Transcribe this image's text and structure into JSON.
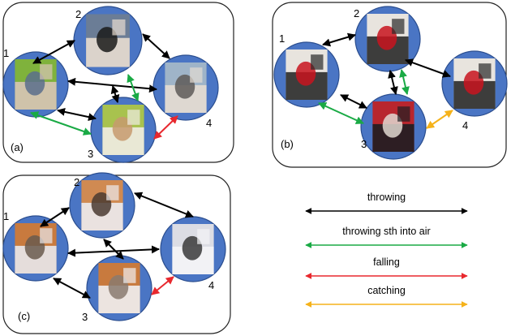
{
  "colors": {
    "panel_stroke": "#222222",
    "node_fill": "#4a75c4",
    "node_stroke": "#2b4e8f",
    "throwing": "#000000",
    "throwing_sth_into_air": "#1aaa45",
    "falling": "#e8282e",
    "catching": "#f5b21a"
  },
  "panels": [
    {
      "label": "(a)",
      "nodes": [
        {
          "label": "1",
          "thumb": [
            "#7fb23c",
            "#d8c4b6",
            "#5a6f8c"
          ]
        },
        {
          "label": "2",
          "thumb": [
            "#6b7d96",
            "#e8ddd0",
            "#1a1a1a"
          ]
        },
        {
          "label": "3",
          "thumb": [
            "#a8c24e",
            "#f0ece4",
            "#c79a6e"
          ]
        },
        {
          "label": "4",
          "thumb": [
            "#9fb4c8",
            "#e4dcd2",
            "#5e5a58"
          ]
        }
      ],
      "edges": [
        {
          "from": "1",
          "to": "2",
          "type": "throwing"
        },
        {
          "from": "2",
          "to": "4",
          "type": "throwing"
        },
        {
          "from": "1",
          "to": "4",
          "type": "throwing"
        },
        {
          "from": "1",
          "to": "3",
          "type": "throwing"
        },
        {
          "from": "2",
          "to": "3",
          "type": "throwing"
        },
        {
          "from": "2",
          "to": "3",
          "type": "throwing_sth_into_air"
        },
        {
          "from": "1",
          "to": "3",
          "type": "throwing_sth_into_air"
        },
        {
          "from": "3",
          "to": "4",
          "type": "falling"
        }
      ]
    },
    {
      "label": "(b)",
      "nodes": [
        {
          "label": "1",
          "thumb": [
            "#e8e4de",
            "#2a2a2a",
            "#c8141e"
          ]
        },
        {
          "label": "2",
          "thumb": [
            "#e8e4de",
            "#2a2a2a",
            "#c8141e"
          ]
        },
        {
          "label": "3",
          "thumb": [
            "#b8262e",
            "#1e1e22",
            "#e0d8d0"
          ]
        },
        {
          "label": "4",
          "thumb": [
            "#e8e4de",
            "#2a2a2a",
            "#c8141e"
          ]
        }
      ],
      "edges": [
        {
          "from": "1",
          "to": "2",
          "type": "throwing"
        },
        {
          "from": "2",
          "to": "4",
          "type": "throwing"
        },
        {
          "from": "1",
          "to": "3",
          "type": "throwing"
        },
        {
          "from": "2",
          "to": "3",
          "type": "throwing"
        },
        {
          "from": "2",
          "to": "3",
          "type": "throwing_sth_into_air"
        },
        {
          "from": "1",
          "to": "3",
          "type": "throwing_sth_into_air"
        },
        {
          "from": "3",
          "to": "4",
          "type": "catching"
        }
      ]
    },
    {
      "label": "(c)",
      "nodes": [
        {
          "label": "1",
          "thumb": [
            "#c87a3e",
            "#e8e8ec",
            "#6a5a4e"
          ]
        },
        {
          "label": "2",
          "thumb": [
            "#d08a52",
            "#ecebef",
            "#4a3a30"
          ]
        },
        {
          "label": "3",
          "thumb": [
            "#c87a3e",
            "#f0eff2",
            "#8a7a6e"
          ]
        },
        {
          "label": "4",
          "thumb": [
            "#dcdde4",
            "#f4f4f6",
            "#3a3a3a"
          ]
        }
      ],
      "edges": [
        {
          "from": "1",
          "to": "2",
          "type": "throwing"
        },
        {
          "from": "2",
          "to": "4",
          "type": "throwing"
        },
        {
          "from": "1",
          "to": "4",
          "type": "throwing"
        },
        {
          "from": "1",
          "to": "3",
          "type": "throwing"
        },
        {
          "from": "2",
          "to": "3",
          "type": "throwing"
        },
        {
          "from": "3",
          "to": "4",
          "type": "falling"
        }
      ]
    }
  ],
  "legend": [
    {
      "key": "throwing",
      "label": "throwing"
    },
    {
      "key": "throwing_sth_into_air",
      "label": "throwing sth into air"
    },
    {
      "key": "falling",
      "label": "falling"
    },
    {
      "key": "catching",
      "label": "catching"
    }
  ]
}
